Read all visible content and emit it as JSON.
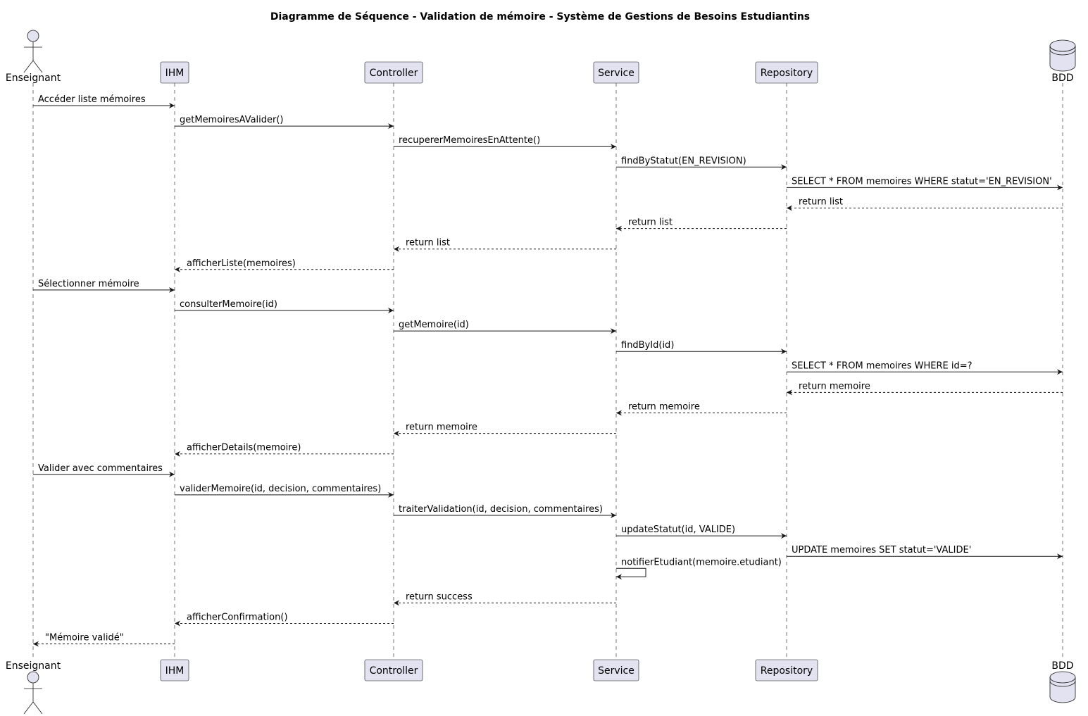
{
  "title": "Diagramme de Séquence - Validation de mémoire - Système de Gestions de Besoins Estudiantins",
  "participants": [
    {
      "id": "enseignant",
      "label": "Enseignant",
      "kind": "actor"
    },
    {
      "id": "ihm",
      "label": "IHM",
      "kind": "participant"
    },
    {
      "id": "controller",
      "label": "Controller",
      "kind": "participant"
    },
    {
      "id": "service",
      "label": "Service",
      "kind": "participant"
    },
    {
      "id": "repository",
      "label": "Repository",
      "kind": "participant"
    },
    {
      "id": "bdd",
      "label": "BDD",
      "kind": "database"
    }
  ],
  "messages": [
    {
      "from": "enseignant",
      "to": "ihm",
      "label": "Accéder liste mémoires",
      "type": "sync"
    },
    {
      "from": "ihm",
      "to": "controller",
      "label": "getMemoiresAValider()",
      "type": "sync"
    },
    {
      "from": "controller",
      "to": "service",
      "label": "recupererMemoiresEnAttente()",
      "type": "sync"
    },
    {
      "from": "service",
      "to": "repository",
      "label": "findByStatut(EN_REVISION)",
      "type": "sync"
    },
    {
      "from": "repository",
      "to": "bdd",
      "label": "SELECT * FROM memoires WHERE statut='EN_REVISION'",
      "type": "sync"
    },
    {
      "from": "bdd",
      "to": "repository",
      "label": "return list",
      "type": "return"
    },
    {
      "from": "repository",
      "to": "service",
      "label": "return list",
      "type": "return"
    },
    {
      "from": "service",
      "to": "controller",
      "label": "return list",
      "type": "return"
    },
    {
      "from": "controller",
      "to": "ihm",
      "label": "afficherListe(memoires)",
      "type": "return"
    },
    {
      "from": "enseignant",
      "to": "ihm",
      "label": "Sélectionner mémoire",
      "type": "sync"
    },
    {
      "from": "ihm",
      "to": "controller",
      "label": "consulterMemoire(id)",
      "type": "sync"
    },
    {
      "from": "controller",
      "to": "service",
      "label": "getMemoire(id)",
      "type": "sync"
    },
    {
      "from": "service",
      "to": "repository",
      "label": "findById(id)",
      "type": "sync"
    },
    {
      "from": "repository",
      "to": "bdd",
      "label": "SELECT * FROM memoires WHERE id=?",
      "type": "sync"
    },
    {
      "from": "bdd",
      "to": "repository",
      "label": "return memoire",
      "type": "return"
    },
    {
      "from": "repository",
      "to": "service",
      "label": "return memoire",
      "type": "return"
    },
    {
      "from": "service",
      "to": "controller",
      "label": "return memoire",
      "type": "return"
    },
    {
      "from": "controller",
      "to": "ihm",
      "label": "afficherDetails(memoire)",
      "type": "return"
    },
    {
      "from": "enseignant",
      "to": "ihm",
      "label": "Valider avec commentaires",
      "type": "sync"
    },
    {
      "from": "ihm",
      "to": "controller",
      "label": "validerMemoire(id, decision, commentaires)",
      "type": "sync"
    },
    {
      "from": "controller",
      "to": "service",
      "label": "traiterValidation(id, decision, commentaires)",
      "type": "sync"
    },
    {
      "from": "service",
      "to": "repository",
      "label": "updateStatut(id, VALIDE)",
      "type": "sync"
    },
    {
      "from": "repository",
      "to": "bdd",
      "label": "UPDATE memoires SET statut='VALIDE'",
      "type": "sync"
    },
    {
      "from": "service",
      "to": "service",
      "label": "notifierEtudiant(memoire.etudiant)",
      "type": "self"
    },
    {
      "from": "service",
      "to": "controller",
      "label": "return success",
      "type": "return"
    },
    {
      "from": "controller",
      "to": "ihm",
      "label": "afficherConfirmation()",
      "type": "return"
    },
    {
      "from": "ihm",
      "to": "enseignant",
      "label": "\"Mémoire validé\"",
      "type": "return"
    }
  ]
}
